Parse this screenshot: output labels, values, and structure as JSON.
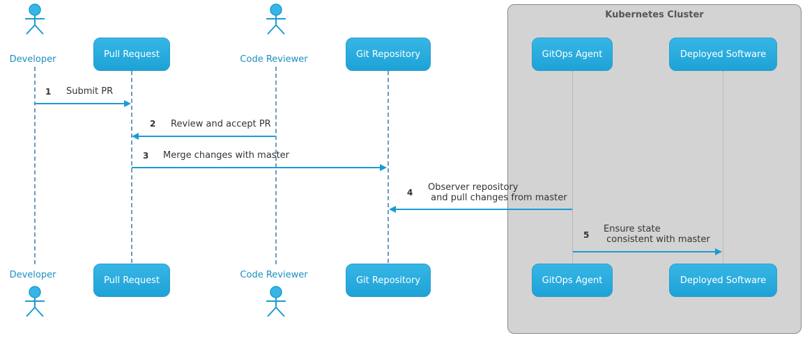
{
  "cluster": {
    "title": "Kubernetes Cluster"
  },
  "participants": {
    "developer": {
      "label": "Developer",
      "kind": "actor"
    },
    "pull_request": {
      "label": "Pull Request",
      "kind": "participant"
    },
    "code_reviewer": {
      "label": "Code Reviewer",
      "kind": "actor"
    },
    "git_repository": {
      "label": "Git Repository",
      "kind": "participant"
    },
    "gitops_agent": {
      "label": "GitOps Agent",
      "kind": "participant"
    },
    "deployed_software": {
      "label": "Deployed Software",
      "kind": "participant"
    }
  },
  "messages": [
    {
      "number": "1",
      "text": "Submit PR",
      "from": "developer",
      "to": "pull_request"
    },
    {
      "number": "2",
      "text": "Review and accept PR",
      "from": "code_reviewer",
      "to": "pull_request"
    },
    {
      "number": "3",
      "text": "Merge changes with master",
      "from": "pull_request",
      "to": "git_repository"
    },
    {
      "number": "4",
      "text": "Observer repository\n and pull changes from master",
      "from": "gitops_agent",
      "to": "git_repository"
    },
    {
      "number": "5",
      "text": "Ensure state\n consistent with master",
      "from": "gitops_agent",
      "to": "deployed_software"
    }
  ],
  "colors": {
    "participant_fill": "#1ea2d6",
    "actor_color": "#1a9bd4",
    "arrow_color": "#1a9bd4",
    "cluster_fill": "#d3d3d3"
  }
}
